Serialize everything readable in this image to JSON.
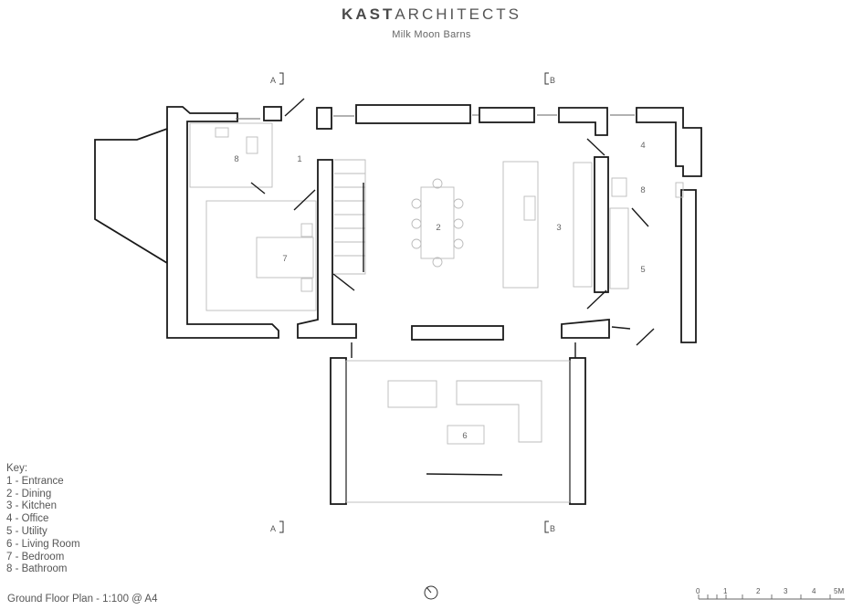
{
  "header": {
    "brand_bold": "KAST",
    "brand_rest": "ARCHITECTS",
    "project": "Milk Moon Barns"
  },
  "section_markers": {
    "a": "A",
    "b": "B"
  },
  "rooms": {
    "entrance": "1",
    "dining": "2",
    "kitchen": "3",
    "office": "4",
    "utility": "5",
    "living_room": "6",
    "bedroom": "7",
    "bathroom_left": "8",
    "bathroom_right": "8"
  },
  "key": {
    "title": "Key:",
    "items": [
      "1 - Entrance",
      "2 - Dining",
      "3 - Kitchen",
      "4 - Office",
      "5 - Utility",
      "6 - Living Room",
      "7 - Bedroom",
      "8 - Bathroom"
    ]
  },
  "footer": {
    "caption": "Ground Floor Plan - 1:100 @ A4"
  },
  "scale_bar": {
    "labels": [
      "0",
      "1",
      "2",
      "3",
      "4",
      "5M"
    ]
  },
  "colors": {
    "wall_outline": "#1a1a1a",
    "thin_line": "#bbbbbb",
    "text": "#555555"
  }
}
